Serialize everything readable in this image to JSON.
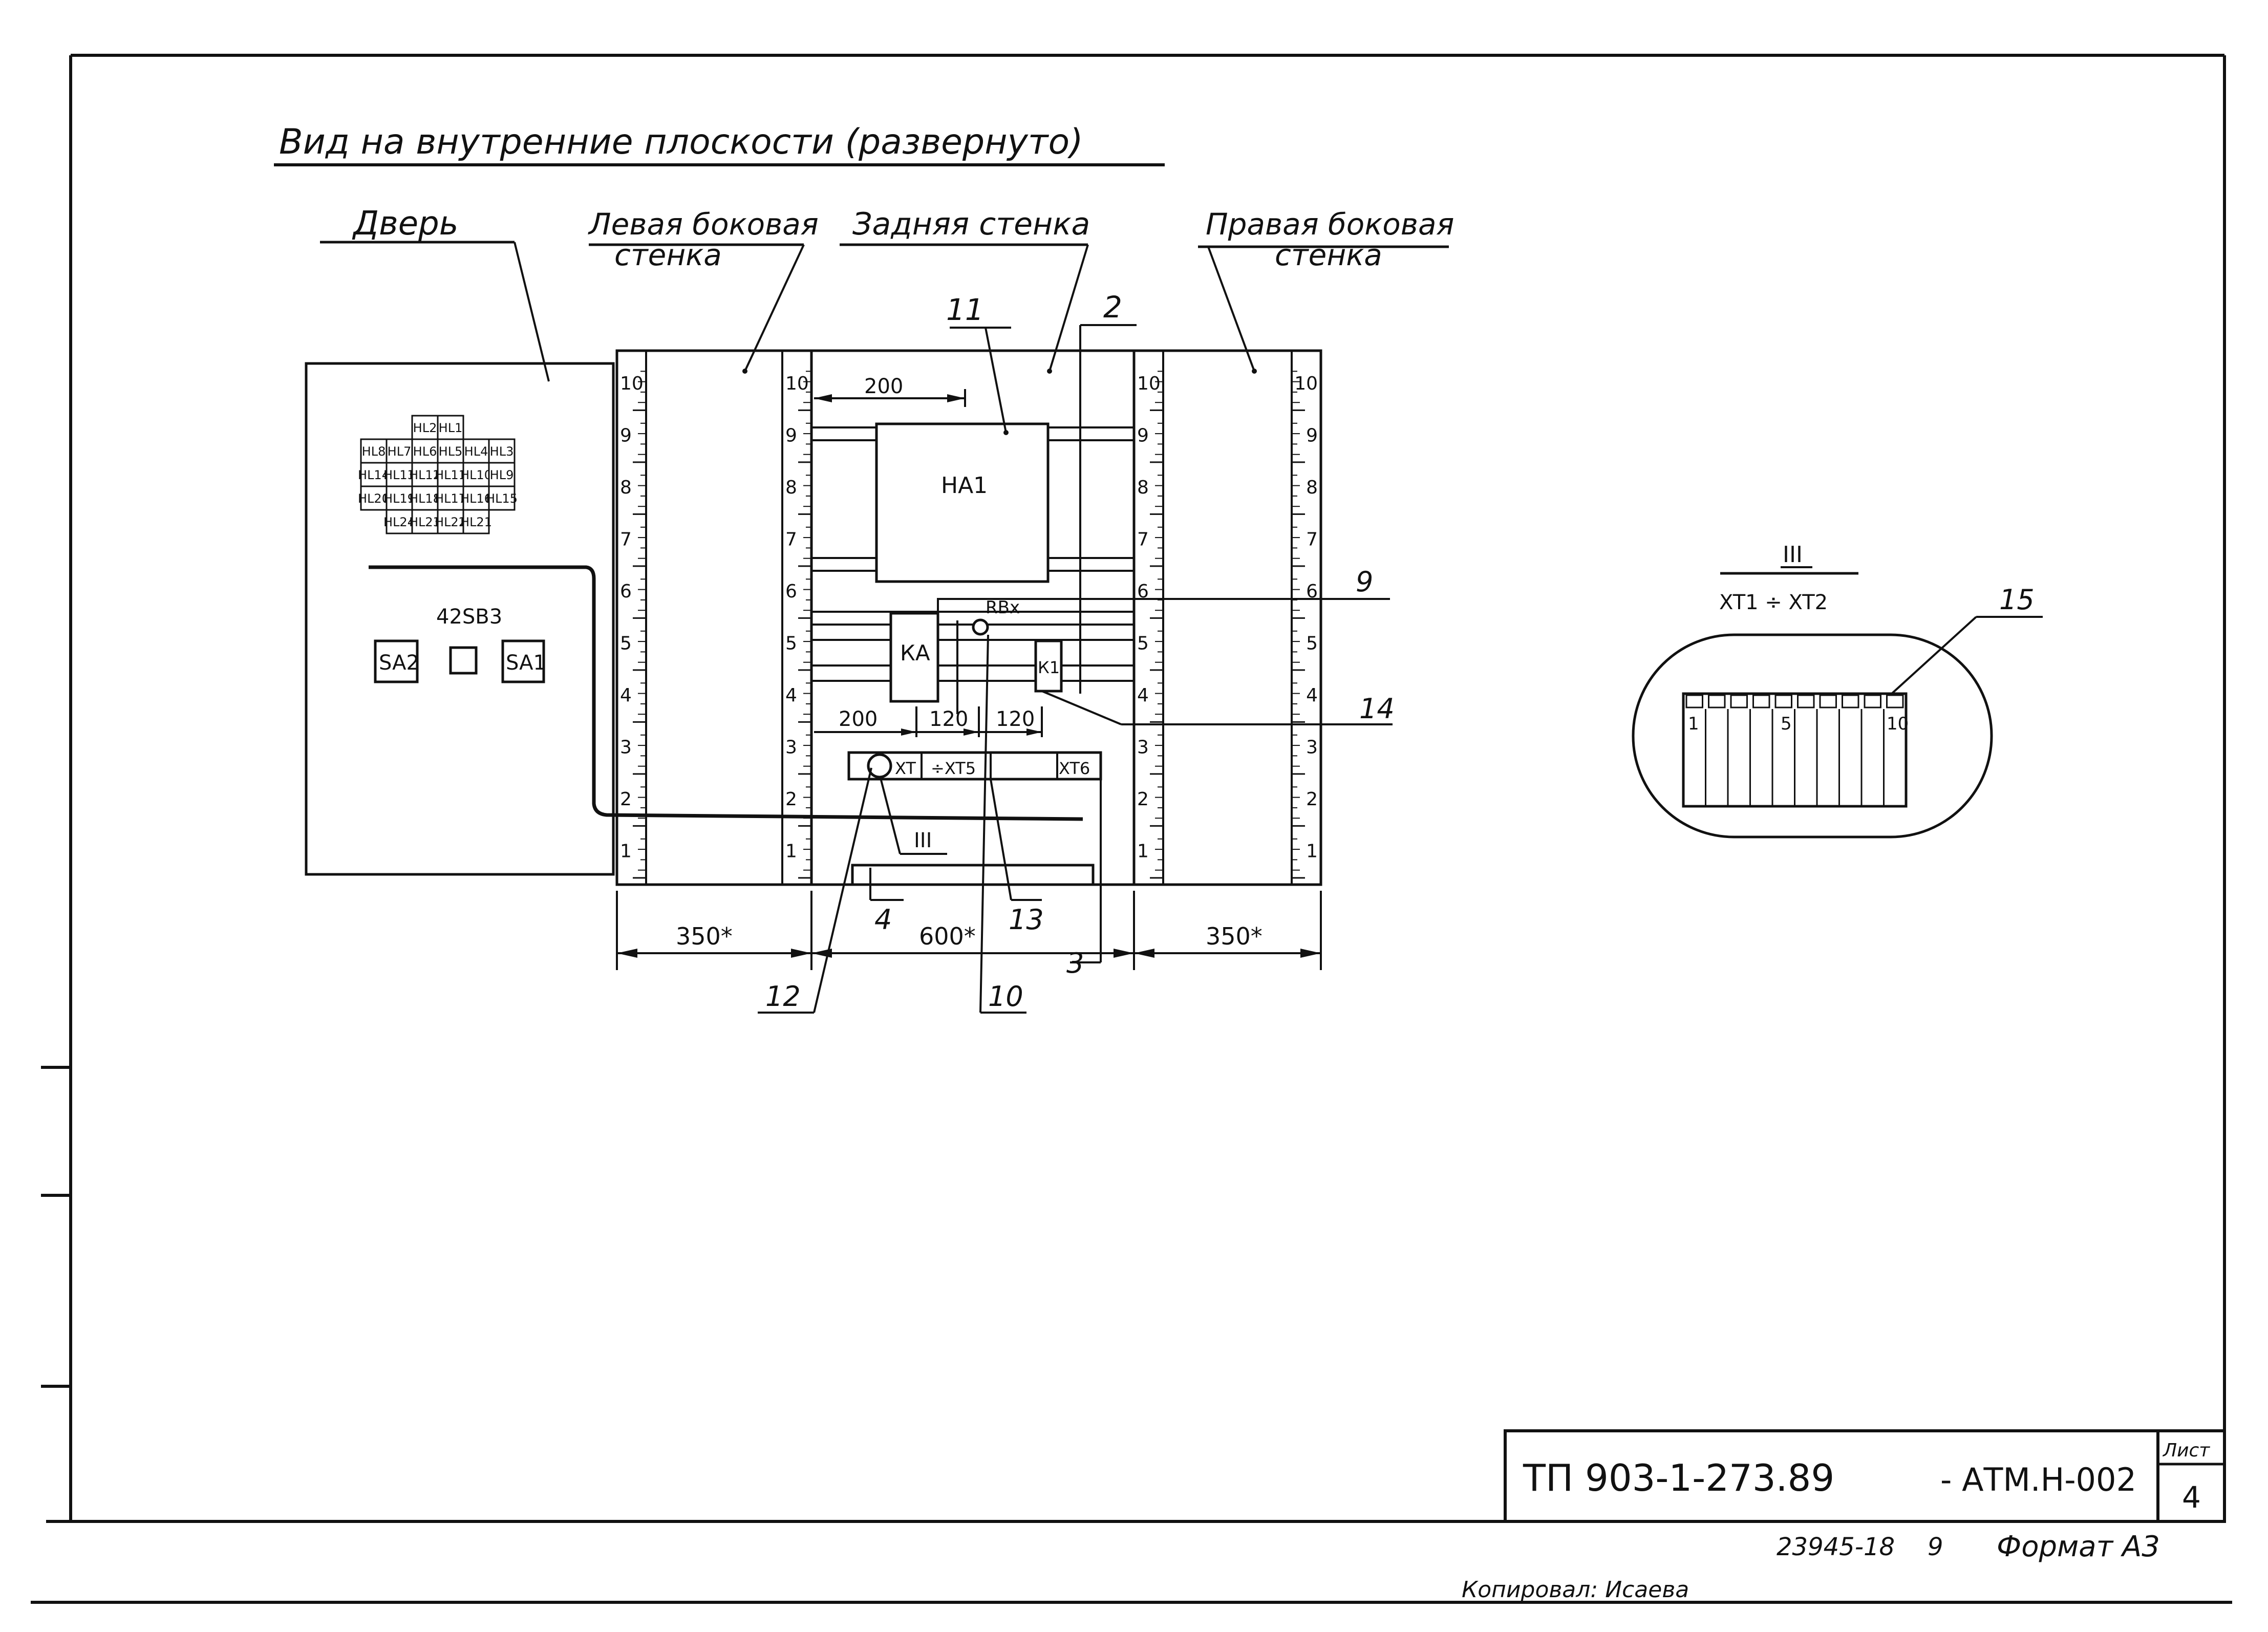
{
  "title": "Вид на внутренние плоскости (развернуто)",
  "panels": {
    "door": "Дверь",
    "left_wall_1": "Левая боковая",
    "left_wall_2": "стенка",
    "back_wall": "Задняя стенка",
    "right_wall_1": "Правая боковая",
    "right_wall_2": "стенка"
  },
  "door": {
    "lamps": [
      [
        "",
        "",
        "HL2",
        "HL1",
        "",
        ""
      ],
      [
        "HL8",
        "HL7",
        "HL6",
        "HL5",
        "HL4",
        "HL3"
      ],
      [
        "HL14",
        "HL13",
        "HL12",
        "HL11",
        "HL10",
        "HL9"
      ],
      [
        "HL20",
        "HL19",
        "HL18",
        "HL17",
        "HL16",
        "HL15"
      ],
      [
        "",
        "HL24",
        "HL23",
        "HL22",
        "HL21",
        ""
      ]
    ],
    "button_label": "42SB3",
    "switch_left": "SA2",
    "switch_right": "SA1"
  },
  "scale_marks": [
    "10",
    "9",
    "8",
    "7",
    "6",
    "5",
    "4",
    "3",
    "2",
    "1"
  ],
  "devices": {
    "ha1": "НА1",
    "ka": "КА",
    "k1": "К1",
    "rbx": "RBx",
    "terminal_block": "XT",
    "terminal_range": "÷XT5",
    "xt6": "XT6"
  },
  "dimensions": {
    "d200_top": "200",
    "d200_low": "200",
    "d120_a": "120",
    "d120_b": "120",
    "w_left": "350*",
    "w_back": "600*",
    "w_right": "350*"
  },
  "callouts": {
    "c11": "11",
    "c2": "2",
    "c9": "9",
    "c14": "14",
    "c4": "4",
    "c13": "13",
    "c3": "3",
    "c12": "12",
    "c10": "10",
    "c3roman": "III"
  },
  "detail": {
    "title": "III",
    "subtitle": "XT1 ÷ XT2",
    "callout": "15",
    "cell_first": "1",
    "cell_mid": "5",
    "cell_last": "10"
  },
  "stamp": {
    "code": "ТП 903-1-273.89",
    "suffix": "- АТМ.Н-002",
    "sheet_label": "Лист",
    "sheet_no": "4"
  },
  "footer": {
    "inv": "23945-18",
    "inv_suffix": "9",
    "format": "Формат А3",
    "copied": "Копировал: Исаева"
  }
}
